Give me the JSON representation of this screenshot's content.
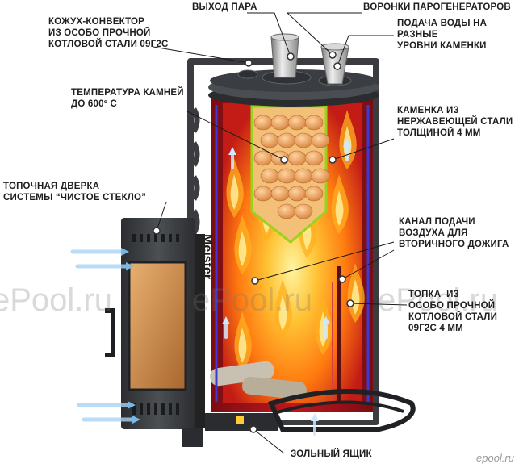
{
  "labels": {
    "casing_convector": "КОЖУХ-КОНВЕКТОР\nИЗ ОСОБО ПРОЧНОЙ\nКОТЛОВОЙ СТАЛИ 09Г2С",
    "steam_outlet": "ВЫХОД ПАРА",
    "steam_funnels": "ВОРОНКИ ПАРОГЕНЕРАТОРОВ",
    "water_supply": "ПОДАЧА ВОДЫ НА\nРАЗНЫЕ\nУРОВНИ КАМЕНКИ",
    "stone_temp": "ТЕМПЕРАТУРА КАМНЕЙ\nДО 600º С",
    "heater_stainless": "КАМЕНКА ИЗ\nНЕРЖАВЕЮЩЕЙ СТАЛИ\nТОЛЩИНОЙ 4 ММ",
    "firebox_door": "ТОПОЧНАЯ ДВЕРКА\nСИСТЕМЫ “ЧИСТОЕ СТЕКЛО”",
    "air_channel": "КАНАЛ ПОДАЧИ\nВОЗДУХА ДЛЯ\nВТОРИЧНОГО ДОЖИГА",
    "firebox": "ТОПКА  ИЗ\nОСОБО ПРОЧНОЙ\nКОТЛОВОЙ СТАЛИ\n09Г2С 4 ММ",
    "ash_box": "ЗОЛЬНЫЙ ЯЩИК"
  },
  "stove_brand": "Meister",
  "watermark": "ePool.ru",
  "corner_logo": "epool.ru",
  "colors": {
    "steel_dark": "#2e3033",
    "steel_mid": "#55585c",
    "firebox_red": "#b8141b",
    "flame": "#ff8a12",
    "stones": "#e9a46a",
    "heater_outline": "#9bd21e",
    "air_channel": "#3b3bd8",
    "glass": "#c8884a",
    "leader_line": "#1a1a1a",
    "marker": "#ffffff",
    "air_arrow": "#7ab8e8"
  }
}
